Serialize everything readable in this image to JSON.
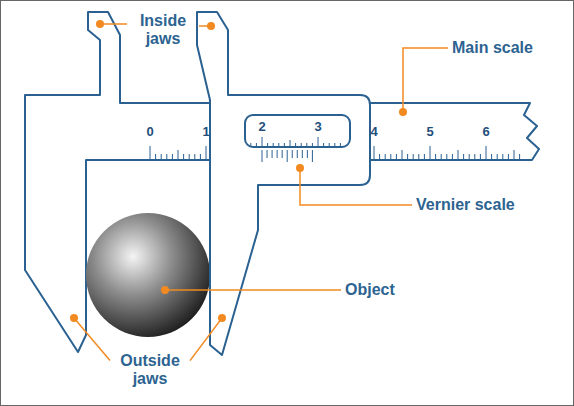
{
  "diagram": {
    "labels": [
      "Inside jaws",
      "Main scale",
      "Vernier scale",
      "Object",
      "Outside jaws",
      "0",
      "1",
      "2",
      "3",
      "4",
      "5",
      "6"
    ]
  }
}
